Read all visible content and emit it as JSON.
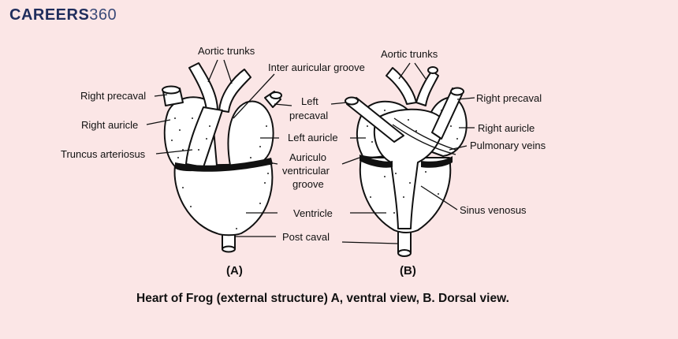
{
  "brand": {
    "name_bold": "CAREERS",
    "name_num": "360"
  },
  "caption": "Heart of Frog (external structure) A, ventral view, B. Dorsal view.",
  "views": {
    "a": {
      "sublabel": "(A)",
      "labels": {
        "aortic_trunks": "Aortic trunks",
        "right_precaval": "Right precaval",
        "right_auricle": "Right auricle",
        "truncus_arteriosus": "Truncus arteriosus"
      }
    },
    "b": {
      "sublabel": "(B)",
      "labels": {
        "aortic_trunks": "Aortic trunks",
        "right_precaval": "Right precaval",
        "right_auricle": "Right auricle",
        "pulmonary_veins": "Pulmonary veins",
        "sinus_venosus": "Sinus venosus"
      }
    }
  },
  "shared_labels": {
    "inter_auricular_groove": "Inter auricular groove",
    "left_precaval_1": "Left",
    "left_precaval_2": "precaval",
    "left_auricle": "Left auricle",
    "auriculo_1": "Auriculo",
    "auriculo_2": "ventricular",
    "auriculo_3": "groove",
    "ventricle": "Ventricle",
    "post_caval": "Post caval"
  }
}
